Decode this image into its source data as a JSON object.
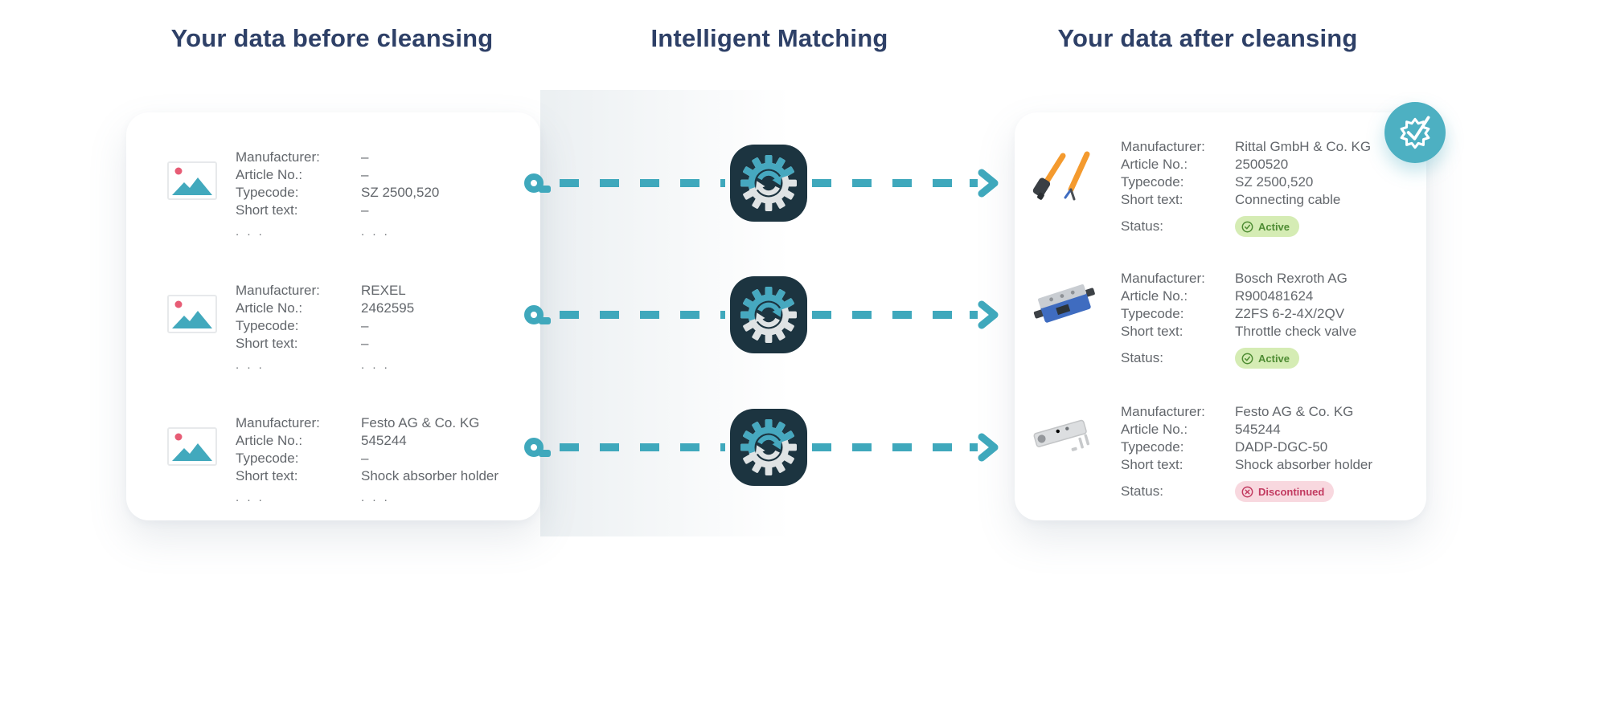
{
  "titles": {
    "before": "Your data before cleansing",
    "matching": "Intelligent Matching",
    "after": "Your data after cleansing"
  },
  "labels": [
    "Manufacturer:",
    "Article No.:",
    "Typecode:",
    "Short text:"
  ],
  "status_label": "Status:",
  "ellipsis": ". . .",
  "before_items": [
    {
      "manufacturer": "–",
      "article_no": "–",
      "typecode": "SZ 2500,520",
      "short_text": "–"
    },
    {
      "manufacturer": "REXEL",
      "article_no": "2462595",
      "typecode": "–",
      "short_text": "–"
    },
    {
      "manufacturer": "Festo AG & Co. KG",
      "article_no": "545244",
      "typecode": "–",
      "short_text": "Shock absorber holder"
    }
  ],
  "after_items": [
    {
      "manufacturer": "Rittal GmbH & Co. KG",
      "article_no": "2500520",
      "typecode": "SZ 2500,520",
      "short_text": "Connecting cable",
      "status": "Active",
      "status_type": "active"
    },
    {
      "manufacturer": "Bosch Rexroth AG",
      "article_no": "R900481624",
      "typecode": "Z2FS 6-2-4X/2QV",
      "short_text": "Throttle check valve",
      "status": "Active",
      "status_type": "active"
    },
    {
      "manufacturer": "Festo AG & Co. KG",
      "article_no": "545244",
      "typecode": "DADP-DGC-50",
      "short_text": "Shock absorber holder",
      "status": "Discontinued",
      "status_type": "discontinued"
    }
  ],
  "icons": {
    "before_item_image": "image-placeholder-icon",
    "matching": "sync-gear-icon",
    "verified": "verified-seal-icon",
    "active_status": "check-circle-icon",
    "discontinued_status": "x-circle-icon",
    "connector_start": "node-circle-icon",
    "connector_end": "arrow-right-icon"
  },
  "colors": {
    "accent_teal": "#3fa8bc",
    "heading_navy": "#2e4067",
    "gear_box_navy": "#1c3440",
    "gear_gray": "#dfe3e4",
    "text_gray": "#63676c",
    "active_bg": "#d5ecb4",
    "active_text": "#4e8c33",
    "discontinued_bg": "#f8d8df",
    "discontinued_text": "#c23a60",
    "placeholder_pink": "#e75c75",
    "cable_orange": "#f49a2e",
    "valve_blue": "#3f6cc0",
    "card_bg": "#ffffff"
  }
}
